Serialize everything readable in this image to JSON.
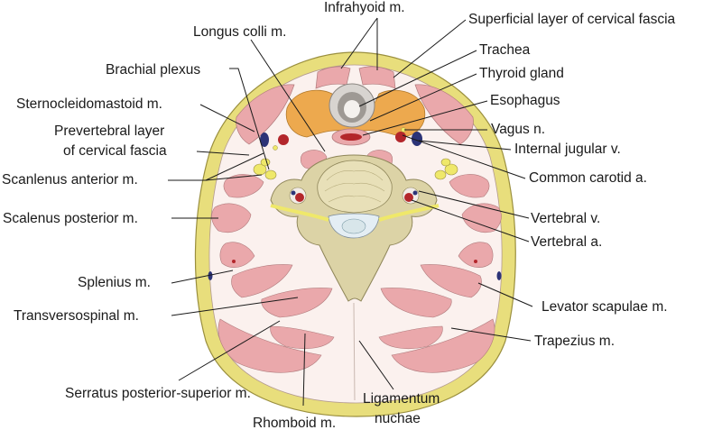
{
  "labels": {
    "infrahyoid": "Infrahyoid m.",
    "superficial_fascia": "Superficial layer of cervical fascia",
    "longus_colli": "Longus colli m.",
    "trachea": "Trachea",
    "brachial_plexus": "Brachial plexus",
    "thyroid": "Thyroid gland",
    "scm": "Sternocleidomastoid m.",
    "esophagus": "Esophagus",
    "prevertebral_1": "Prevertebral layer",
    "prevertebral_2": "of cervical fascia",
    "vagus": "Vagus n.",
    "ijv": "Internal jugular v.",
    "scalenus_anterior": "Scanlenus anterior m.",
    "common_carotid": "Common carotid a.",
    "scalenus_posterior": "Scalenus posterior m.",
    "vertebral_v": "Vertebral v.",
    "vertebral_a": "Vertebral a.",
    "splenius": "Splenius m.",
    "levator": "Levator scapulae m.",
    "transversospinal": "Transversospinal m.",
    "trapezius": "Trapezius m.",
    "serratus": "Serratus posterior-superior m.",
    "ligamentum_1": "Ligamentum",
    "ligamentum_2": "nuchae",
    "rhomboid": "Rhomboid m."
  },
  "colors": {
    "skin_ring": "#e8de7c",
    "muscle": "#eaa8ab",
    "thyroid": "#eda94e",
    "bone": "#dcd3a6",
    "fat": "#fbf1ee",
    "artery": "#b3262b",
    "vein": "#2c3377",
    "nerve": "#efe86a"
  }
}
